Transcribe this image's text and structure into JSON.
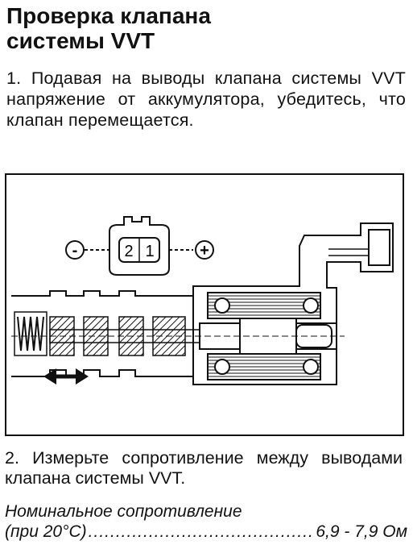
{
  "section": {
    "title_line1": "Проверка клапана",
    "title_line2": "системы VVT"
  },
  "step1": {
    "text": "1. Подавая на выводы клапана системы VVT напряжение от аккумулятора, убедитесь, что клапан перемещается."
  },
  "figure": {
    "minus_label": "-",
    "plus_label": "+",
    "pin_left": "2",
    "pin_right": "1",
    "arrow_icon": "double-arrow-icon"
  },
  "step2": {
    "text": "2. Измерьте сопротивление между выводами клапана системы VVT."
  },
  "spec": {
    "label_line1": "Номинальное сопротивление",
    "label_line2": "(при 20°С)",
    "value": "6,9 - 7,9 Ом"
  }
}
